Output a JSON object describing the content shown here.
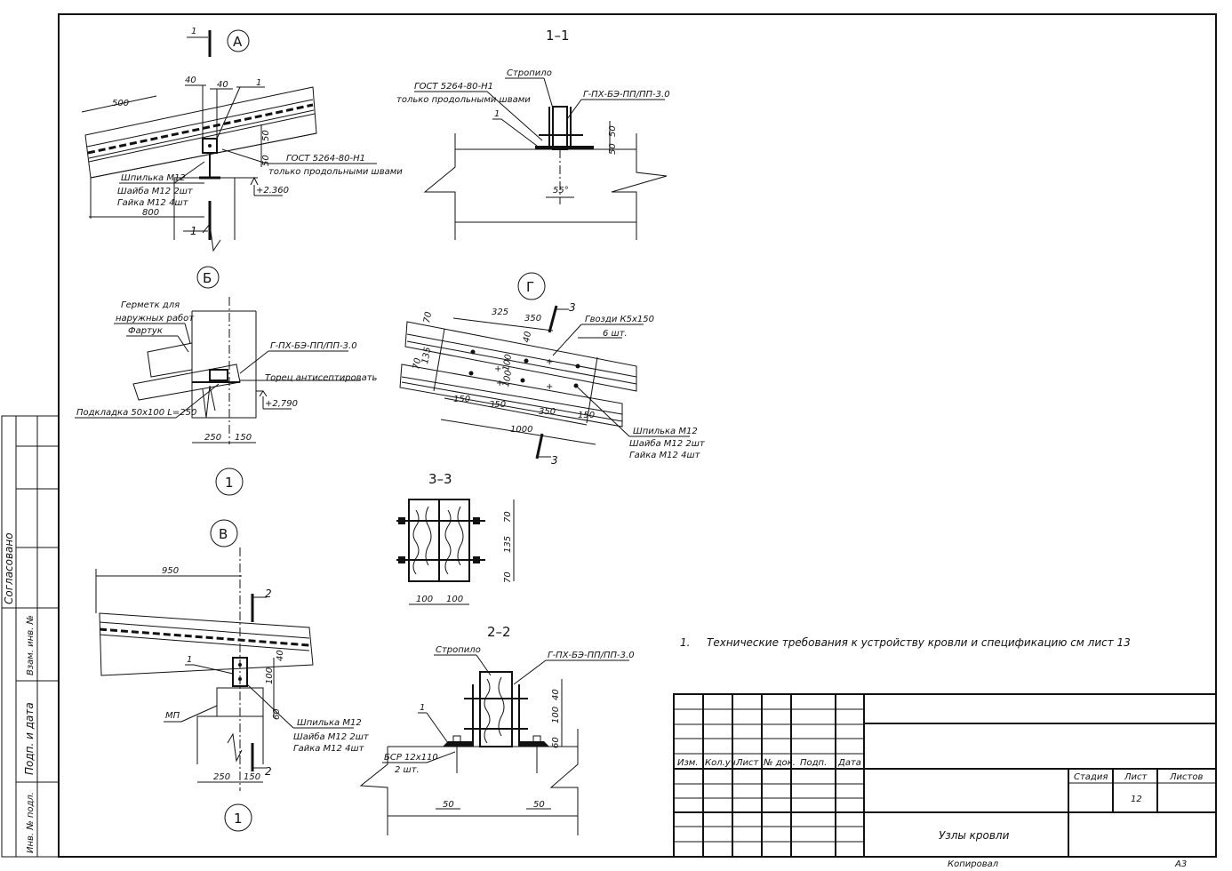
{
  "stamp": {
    "col_headers": [
      "Изм.",
      "Кол.уч.",
      "Лист",
      "№ док.",
      "Подп.",
      "Дата"
    ],
    "stage_label": "Стадия",
    "sheet_label": "Лист",
    "sheets_label": "Листов",
    "sheet_number": "12",
    "title": "Узлы кровли",
    "copied_label": "Копировал",
    "format": "А3"
  },
  "left_margin": {
    "agreed": "Согласовано",
    "replacement_inv": "Взам. инв. №",
    "signature_date": "Подп. и дата",
    "original_inv": "Инв. № подл."
  },
  "note": {
    "number": "1.",
    "text": "Технические требования к устройству кровли и спецификацию см лист 13"
  },
  "node_a": {
    "marker": "А",
    "section": "1",
    "dims": {
      "d40a": "40",
      "d40b": "40",
      "d500": "500",
      "d50a": "50",
      "d50b": "50",
      "d800": "800"
    },
    "pos": "1",
    "gost": "ГОСТ 5264-80-Н1",
    "gost_note": "только продольными швами",
    "stud": "Шпилька М12",
    "washer": "Шайба М12 2шт",
    "nut": "Гайка М12 4шт",
    "level": "+2.360"
  },
  "node_b": {
    "marker": "Б",
    "sealant1": "Герметк для",
    "sealant2": "наружных работ",
    "flashing": "Фартук",
    "glue": "Г-ПХ-БЭ-ПП/ПП-3.0",
    "end_treat": "Торец антисептировать",
    "pad": "Подкладка 50х100 L=250",
    "level": "+2,790",
    "d250": "250",
    "d150": "150",
    "axis": "1"
  },
  "node_v": {
    "marker": "В",
    "d950": "950",
    "section": "2",
    "pos": "1",
    "d100": "100",
    "d40": "40",
    "d60": "60",
    "mp": "МП",
    "stud": "Шпилька М12",
    "washer": "Шайба М12 2шт",
    "nut": "Гайка М12 4шт",
    "d250": "250",
    "d150": "150",
    "axis": "1"
  },
  "sec_11": {
    "title": "1–1",
    "rafter": "Стропило",
    "gost": "ГОСТ 5264-80-Н1",
    "gost_note": "только продольными швами",
    "glue": "Г-ПХ-БЭ-ПП/ПП-3.0",
    "pos": "1",
    "d50a": "50",
    "d50b": "50",
    "angle": "55°"
  },
  "node_g": {
    "marker": "Г",
    "section": "3",
    "d70a": "70",
    "d70b": "70",
    "d135": "135",
    "d325": "325",
    "d350a": "350",
    "d40": "40",
    "d100a": "100",
    "d100b": "100",
    "d150a": "150",
    "d350b": "350",
    "d350c": "350",
    "d150b": "150",
    "d1000": "1000",
    "nails": "Гвозди К5х150",
    "nails_qty": "6 шт.",
    "stud": "Шпилька М12",
    "washer": "Шайба М12 2шт",
    "nut": "Гайка М12 4шт"
  },
  "sec_33": {
    "title": "3–3",
    "d70a": "70",
    "d135": "135",
    "d70b": "70",
    "d100a": "100",
    "d100b": "100"
  },
  "sec_22": {
    "title": "2–2",
    "rafter": "Стропило",
    "glue": "Г-ПХ-БЭ-ПП/ПП-3.0",
    "pos": "1",
    "d40": "40",
    "d100": "100",
    "d60": "60",
    "bolt": "БСР 12х110",
    "bolt_qty": "2 шт.",
    "d50a": "50",
    "d50b": "50"
  }
}
